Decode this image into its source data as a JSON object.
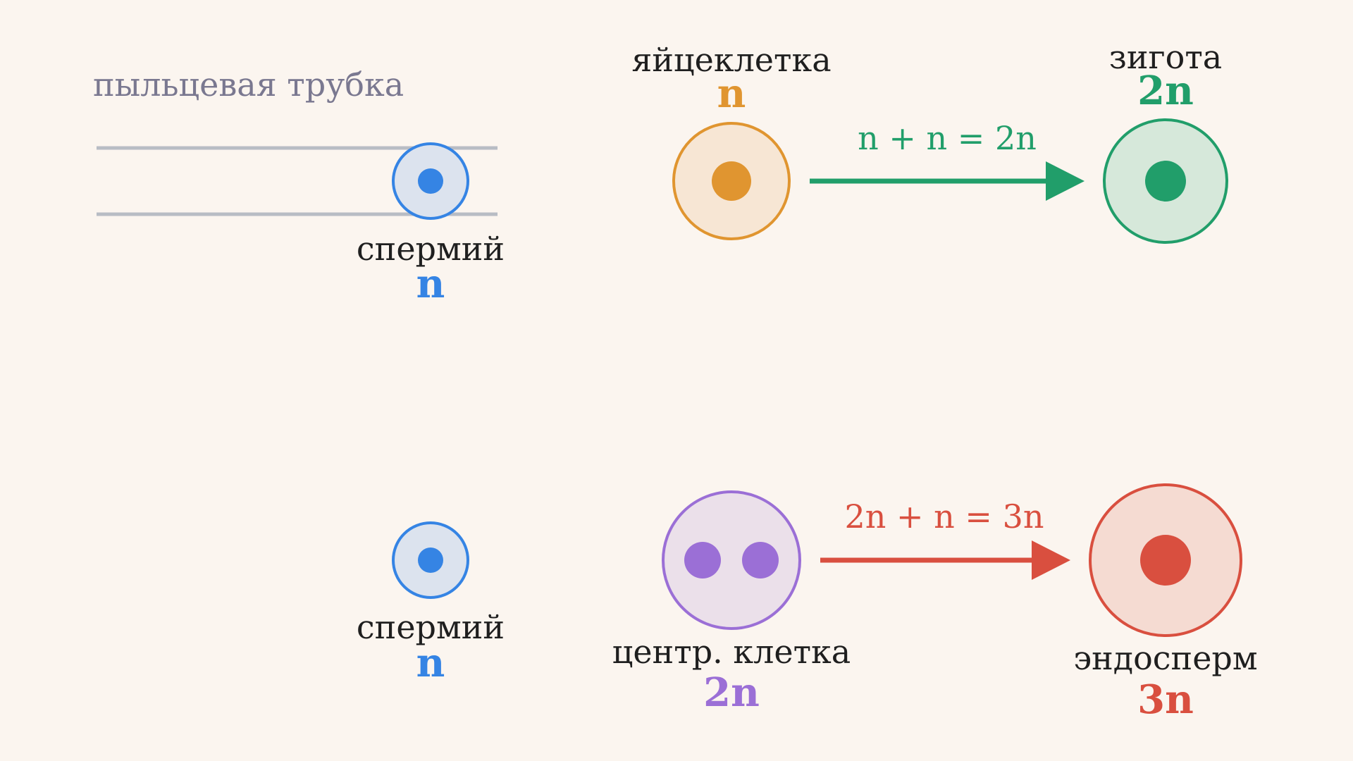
{
  "colors": {
    "background": "#fbf5ef",
    "sperm": "#3584e4",
    "sperm_fill": "#dce3ee",
    "egg": "#e09530",
    "egg_fill": "#f7e6d4",
    "zygote": "#219e6a",
    "zygote_fill": "#d6e8da",
    "central": "#9b6fd6",
    "central_fill": "#ebe0ea",
    "endosperm": "#d94f3f",
    "endosperm_fill": "#f5dbd2",
    "tube": "#b8bcc4",
    "tube_label": "#7a7890"
  },
  "tube": {
    "label": "пыльцевая трубка"
  },
  "sperm_top": {
    "label": "спермий",
    "ploidy": "n"
  },
  "egg": {
    "label": "яйцеклетка",
    "ploidy": "n"
  },
  "zygote": {
    "label": "зигота",
    "ploidy": "2n"
  },
  "fusion_top": {
    "equation": "n + n = 2n"
  },
  "sperm_bottom": {
    "label": "спермий",
    "ploidy": "n"
  },
  "central_cell": {
    "label": "центр. клетка",
    "ploidy": "2n"
  },
  "endosperm": {
    "label": "эндосперм",
    "ploidy": "3n"
  },
  "fusion_bottom": {
    "equation": "2n + n = 3n"
  }
}
